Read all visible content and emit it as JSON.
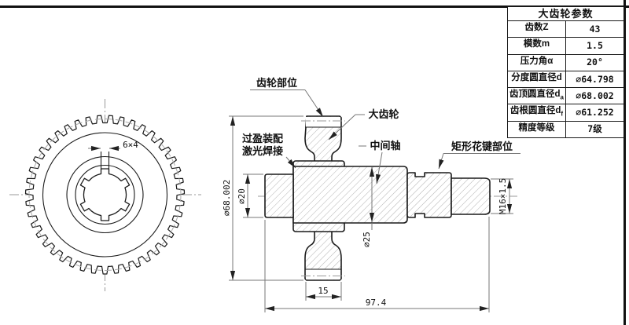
{
  "drawing": {
    "labels": {
      "gear_part": "齿轮部位",
      "big_gear": "大齿轮",
      "intermediate_shaft": "中间轴",
      "interference_fit_line1": "过盈装配",
      "interference_fit_line2": "激光焊接",
      "spline_part": "矩形花键部位"
    },
    "dimensions": {
      "keyway": "6×4",
      "tip_diameter": "∅68.002",
      "left_stub_diameter": "∅20",
      "mid_diameter": "∅25",
      "thread": "M16×1.5",
      "gear_width": "15",
      "total_length": "97.4"
    },
    "gear": {
      "teeth": 43
    },
    "colors": {
      "line": "#1a1a1a",
      "dim_line": "#777777",
      "centerline": "#999999",
      "hatch": "#a9a9a9"
    }
  },
  "table": {
    "title": "大齿轮参数",
    "rows": [
      {
        "label": "齿数Z",
        "sub": "",
        "value": "43"
      },
      {
        "label": "模数m",
        "sub": "",
        "value": "1.5"
      },
      {
        "label": "压力角α",
        "sub": "",
        "value": "20°"
      },
      {
        "label": "分度圆直径d",
        "sub": "",
        "value": "∅64.798"
      },
      {
        "label": "齿顶圆直径d",
        "sub": "a",
        "value": "∅68.002"
      },
      {
        "label": "齿根圆直径d",
        "sub": "f",
        "value": "∅61.252"
      },
      {
        "label": "精度等级",
        "sub": "",
        "value": "7级"
      }
    ]
  }
}
